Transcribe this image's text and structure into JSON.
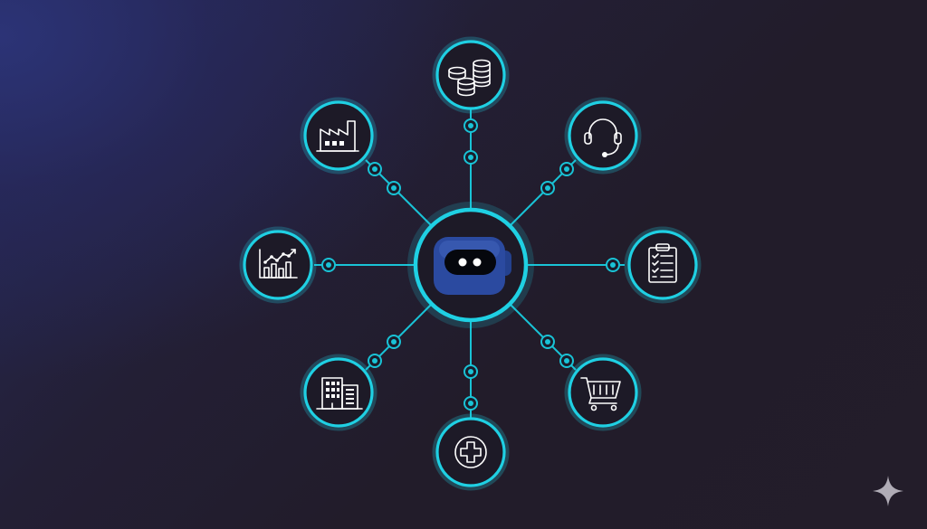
{
  "diagram": {
    "hub": {
      "icon": "robot-head-icon"
    },
    "spokes": [
      {
        "id": "finance",
        "icon": "coin-stacks-icon"
      },
      {
        "id": "support",
        "icon": "headset-icon"
      },
      {
        "id": "checklist",
        "icon": "clipboard-checklist-icon"
      },
      {
        "id": "retail",
        "icon": "shopping-cart-icon"
      },
      {
        "id": "healthcare",
        "icon": "medical-cross-icon"
      },
      {
        "id": "real-estate",
        "icon": "office-building-icon"
      },
      {
        "id": "analytics",
        "icon": "bar-chart-trend-icon"
      },
      {
        "id": "manufacturing",
        "icon": "factory-icon"
      }
    ]
  },
  "colors": {
    "accent": "#1fd0e3",
    "background": "#221d2b",
    "background_glow": "#2c3478",
    "robot_body": "#2b4aa0",
    "robot_face": "#05070d",
    "icon_stroke": "#ffffff"
  },
  "watermark": {
    "icon": "sparkle-icon"
  }
}
